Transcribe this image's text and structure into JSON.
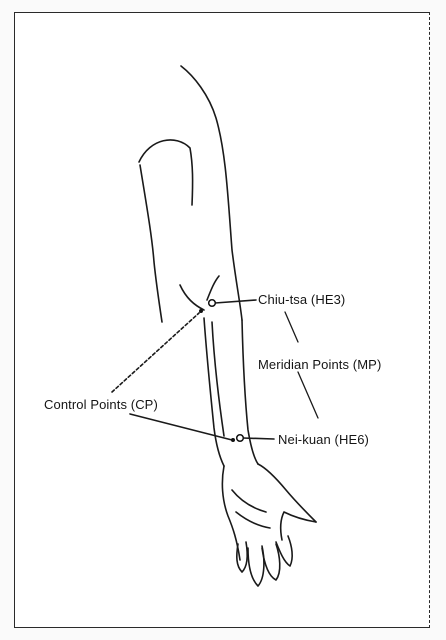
{
  "figure": {
    "labels": {
      "chiu_tsa": "Chiu-tsa (HE3)",
      "meridian_points": "Meridian Points (MP)",
      "control_points": "Control Points (CP)",
      "nei_kuan": "Nei-kuan (HE6)"
    },
    "colors": {
      "ink": "#151515",
      "paper": "#ffffff",
      "scan_background": "#fafafa"
    }
  }
}
